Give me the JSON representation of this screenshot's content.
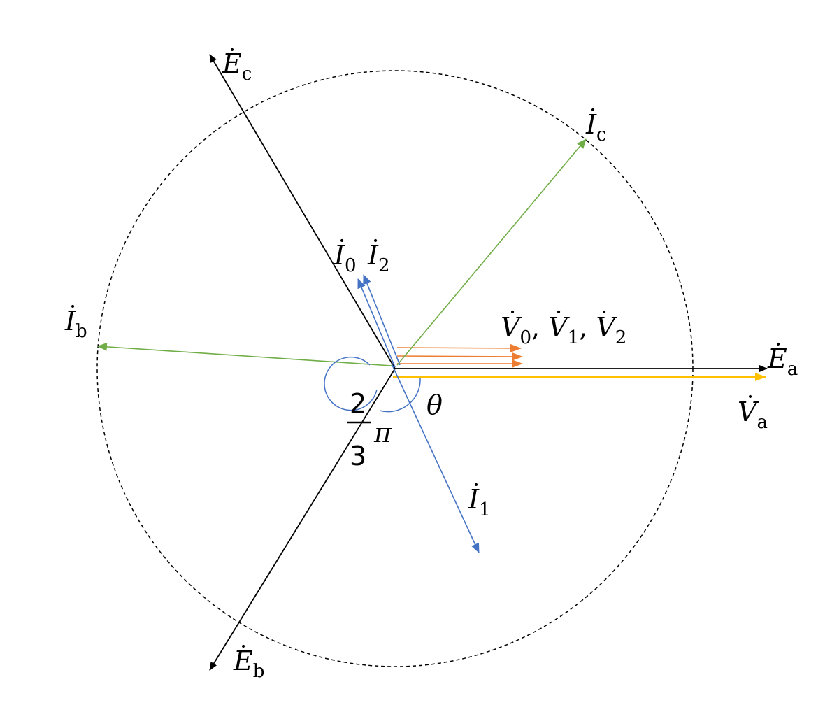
{
  "colors": {
    "voltage_source": "#000000",
    "current_load": "#70ad47",
    "current_sequence": "#4472c4",
    "voltage_sequence": "#ed7d31",
    "voltage_phase_a": "#ffc000",
    "circle": "#000000"
  },
  "labels": {
    "Ea": {
      "main": "E",
      "sub": "a"
    },
    "Eb": {
      "main": "E",
      "sub": "b"
    },
    "Ec": {
      "main": "E",
      "sub": "c"
    },
    "Ib": {
      "main": "I",
      "sub": "b"
    },
    "Ic": {
      "main": "I",
      "sub": "c"
    },
    "I0": {
      "main": "I",
      "sub": "0"
    },
    "I1": {
      "main": "I",
      "sub": "1"
    },
    "I2": {
      "main": "I",
      "sub": "2"
    },
    "Va": {
      "main": "V",
      "sub": "a"
    },
    "V012": {
      "main1": "V",
      "sub1": "0",
      "sep1": ", ",
      "main2": "V",
      "sub2": "1",
      "sep2": ", ",
      "main3": "V",
      "sub3": "2"
    },
    "theta": "θ",
    "angle_num": "2",
    "angle_den": "3",
    "angle_pi": "π"
  }
}
